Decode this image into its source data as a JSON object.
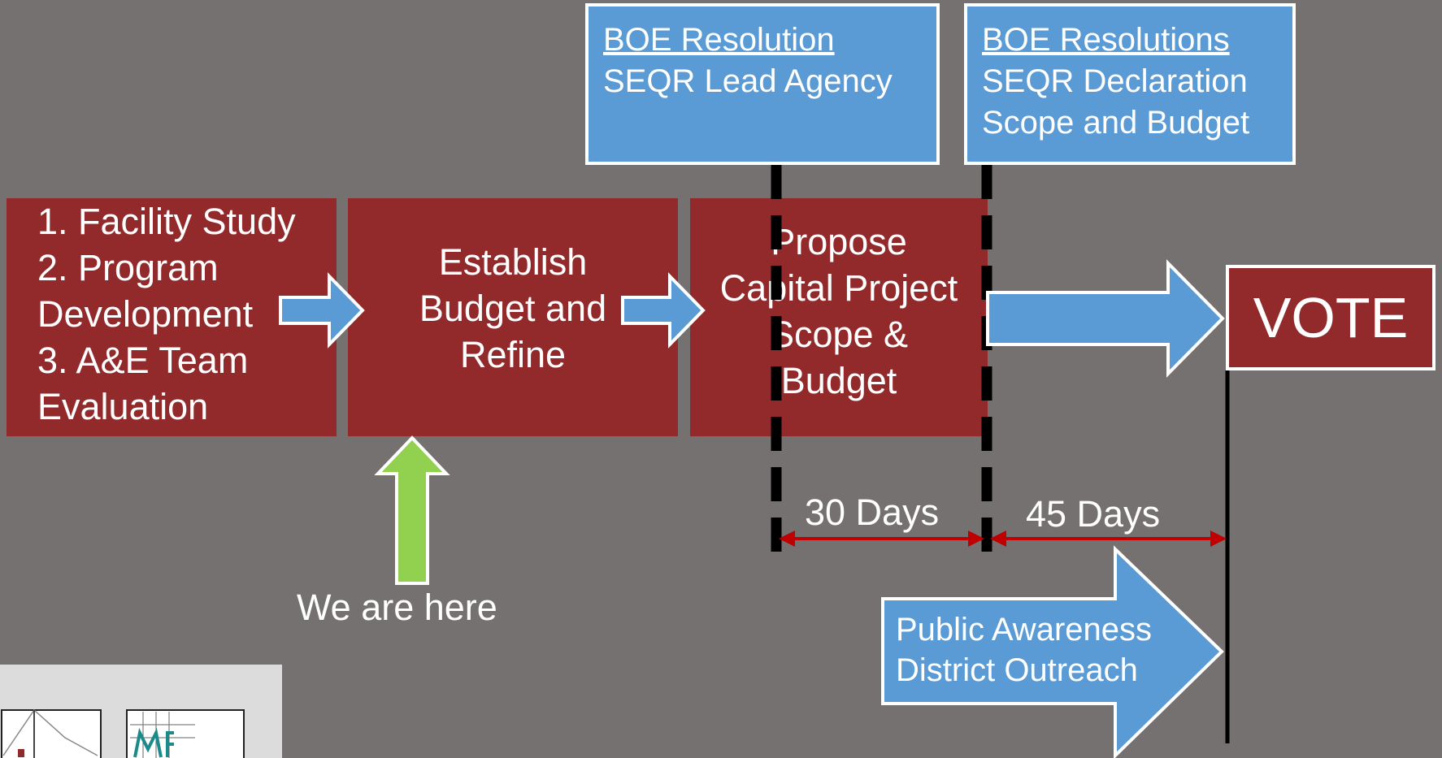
{
  "steps": {
    "step1": {
      "lines": [
        "1. Facility Study",
        "2. Program",
        "Development",
        "3. A&E Team",
        "Evaluation"
      ]
    },
    "step2": {
      "lines": [
        "Establish",
        "Budget and",
        "Refine"
      ]
    },
    "step3": {
      "lines": [
        "Propose",
        "Capital Project",
        "Scope &",
        "Budget"
      ]
    },
    "vote": "VOTE"
  },
  "callouts": {
    "lead_agency": {
      "heading": "BOE Resolution",
      "lines": [
        "SEQR Lead Agency"
      ]
    },
    "declaration": {
      "heading": "BOE Resolutions",
      "lines": [
        "SEQR Declaration",
        "Scope and Budget"
      ]
    },
    "outreach": {
      "lines": [
        "Public Awareness",
        "District Outreach"
      ]
    }
  },
  "timing": {
    "first_interval": "30 Days",
    "second_interval": "45 Days"
  },
  "marker": {
    "label": "We are here"
  },
  "colors": {
    "background": "#747170",
    "step_box": "#922a2b",
    "callout": "#5b9bd5",
    "marker_arrow": "#92d050",
    "interval_arrow": "#c00000"
  }
}
